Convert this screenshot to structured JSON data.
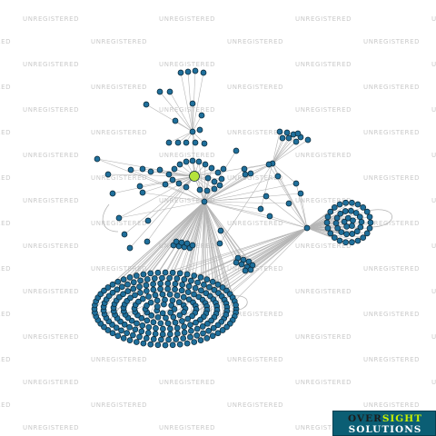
{
  "watermark": {
    "text": "UNREGISTERED"
  },
  "colors": {
    "node_fill": "#1f6f9b",
    "node_stroke": "#0b2533",
    "edge": "#b5b5b5",
    "highlight_node": "#b5e33b",
    "logo_bg": "#0b5e74"
  },
  "logo": {
    "line1_a": "OVER",
    "line1_b": "SIGHT",
    "line2": "SOLUTIONS"
  }
}
